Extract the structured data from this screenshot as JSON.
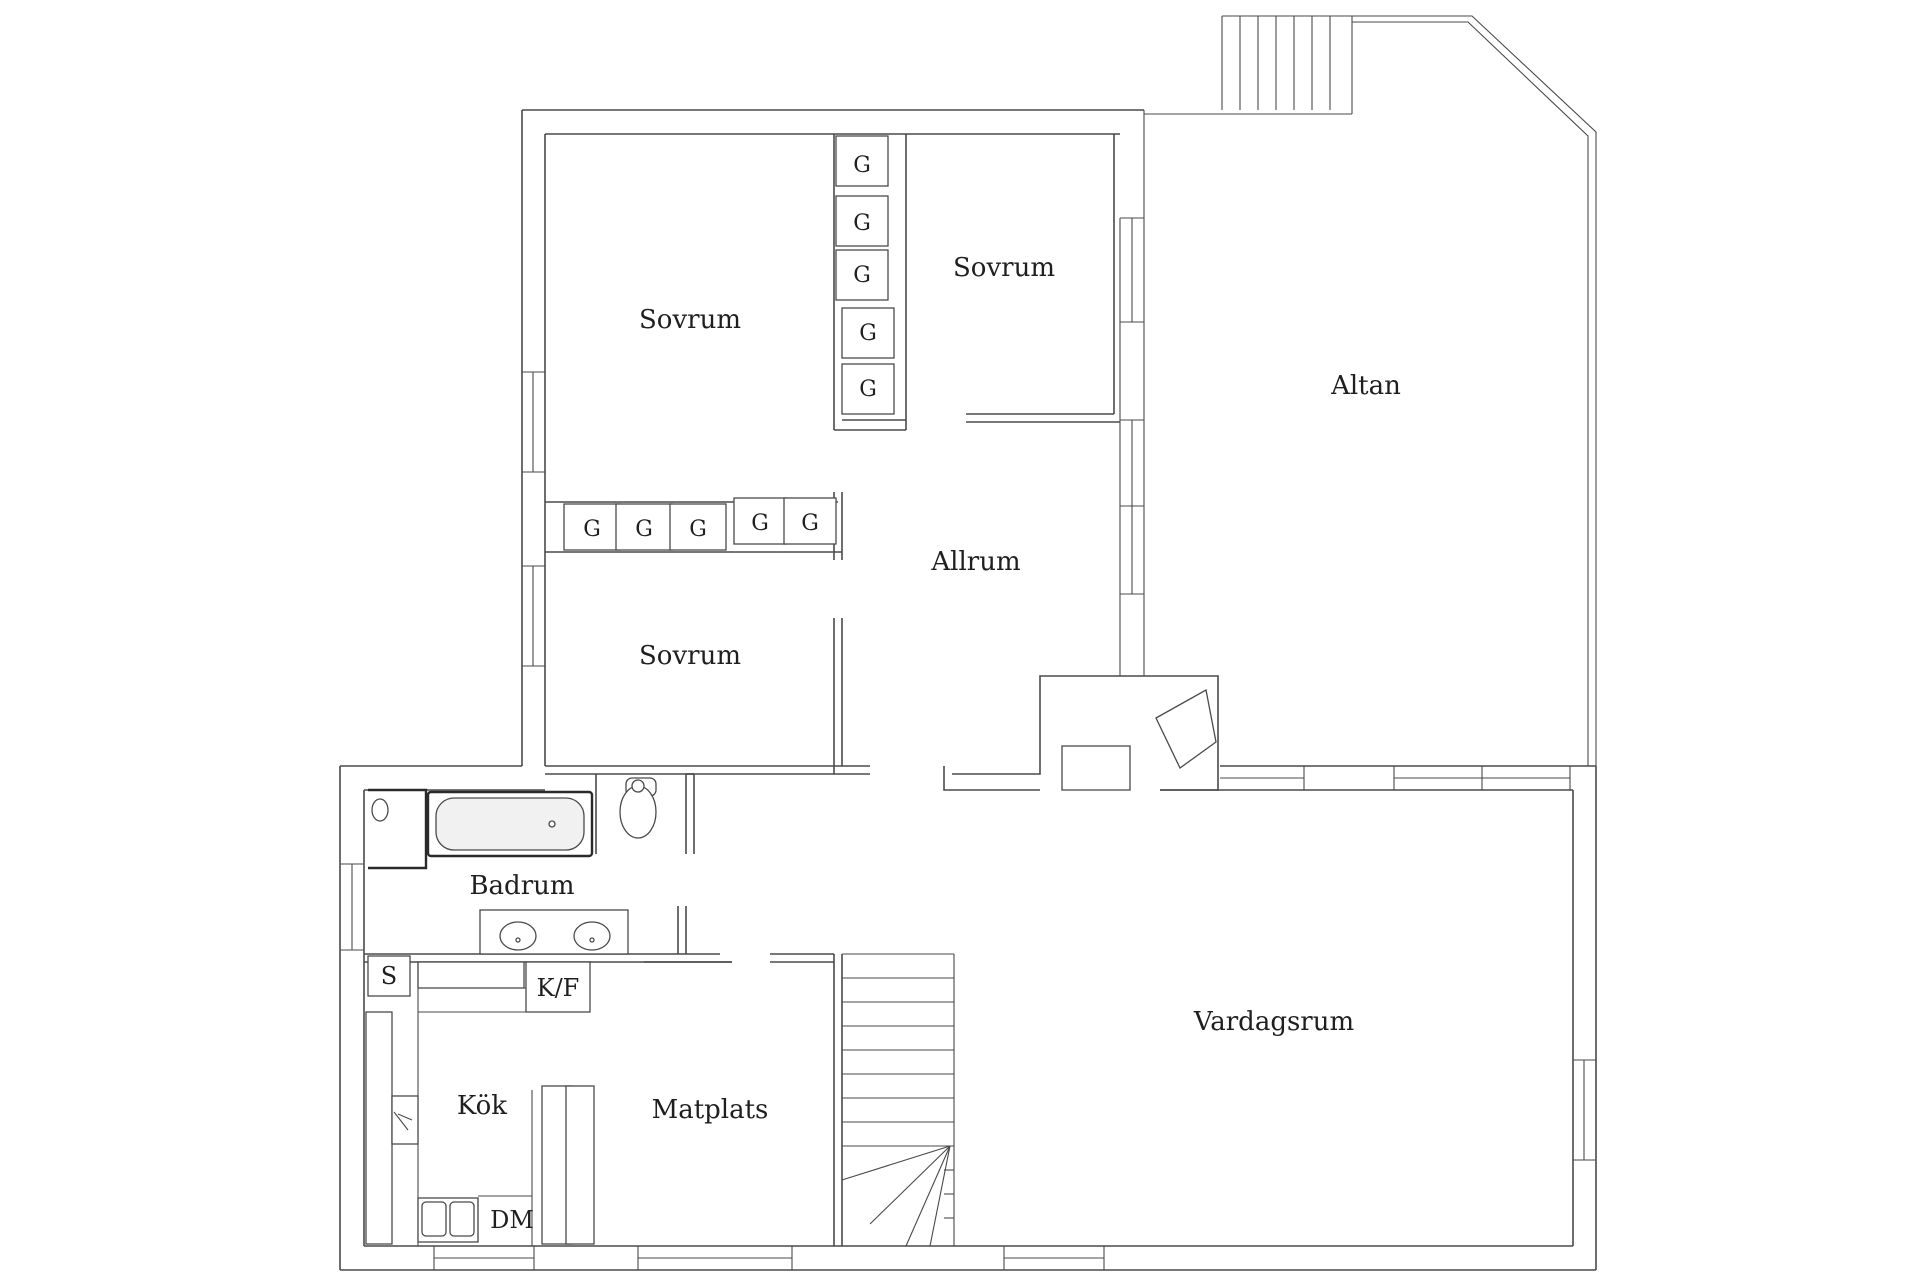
{
  "rooms": {
    "sovrum_1": "Sovrum",
    "sovrum_2": "Sovrum",
    "sovrum_3": "Sovrum",
    "allrum": "Allrum",
    "altan": "Altan",
    "badrum": "Badrum",
    "kok": "Kök",
    "matplats": "Matplats",
    "vardagsrum": "Vardagsrum"
  },
  "fixtures": {
    "closet": "G",
    "s": "S",
    "kf": "K/F",
    "dm": "DM"
  }
}
